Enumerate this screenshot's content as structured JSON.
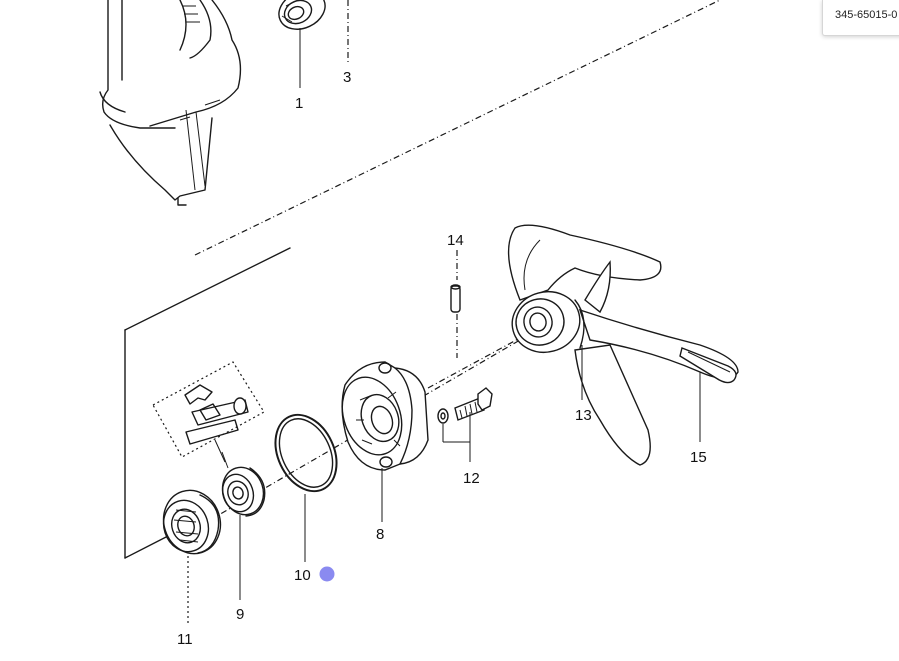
{
  "tooltip": {
    "text": "345-65015-0"
  },
  "callouts": [
    {
      "id": "1",
      "label": "1"
    },
    {
      "id": "3",
      "label": "3"
    },
    {
      "id": "8",
      "label": "8"
    },
    {
      "id": "9",
      "label": "9"
    },
    {
      "id": "10",
      "label": "10"
    },
    {
      "id": "11",
      "label": "11"
    },
    {
      "id": "12",
      "label": "12"
    },
    {
      "id": "13",
      "label": "13"
    },
    {
      "id": "14",
      "label": "14"
    },
    {
      "id": "15",
      "label": "15"
    }
  ],
  "colors": {
    "line": "#1a1a1a",
    "selected_marker": "#8a8af0",
    "background": "#ffffff"
  },
  "selected_callout": "10"
}
